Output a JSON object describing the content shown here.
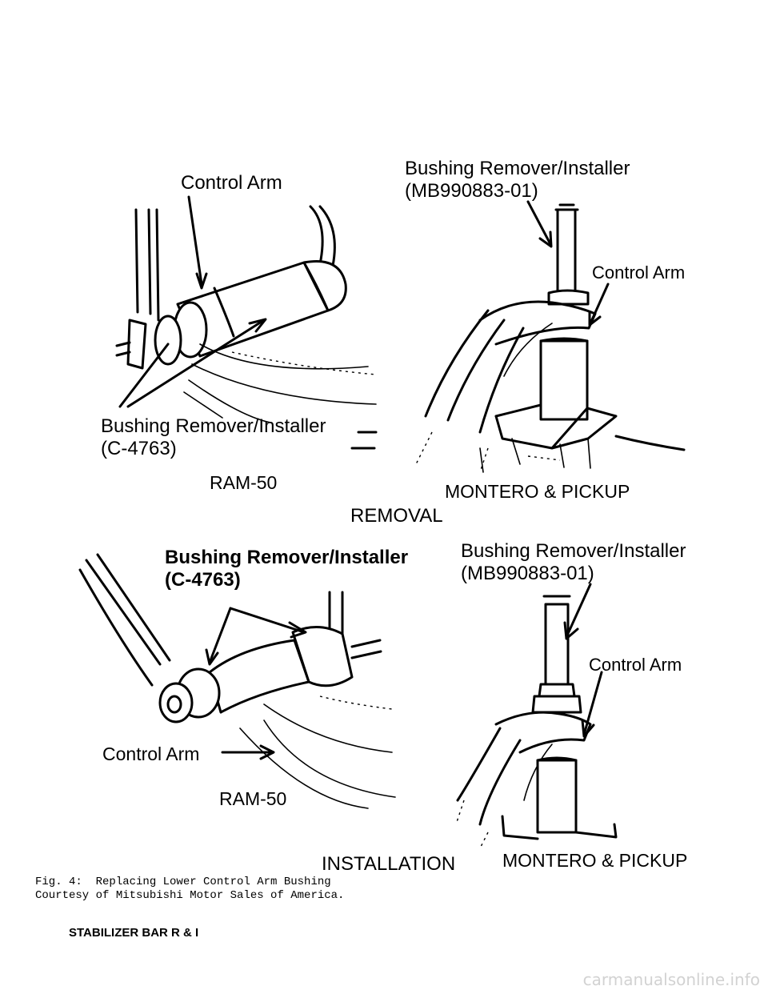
{
  "figure": {
    "removal": {
      "section_title": "REMOVAL",
      "ram50": {
        "variant": "RAM-50",
        "control_arm": "Control Arm",
        "tool_line1": "Bushing Remover/Installer",
        "tool_line2": "(C-4763)"
      },
      "montero": {
        "variant": "MONTERO & PICKUP",
        "tool_line1": "Bushing Remover/Installer",
        "tool_line2": "(MB990883-01)",
        "control_arm": "Control Arm"
      }
    },
    "installation": {
      "section_title": "INSTALLATION",
      "ram50": {
        "variant": "RAM-50",
        "tool_line1": "Bushing Remover/Installer",
        "tool_line2": "(C-4763)",
        "control_arm": "Control Arm"
      },
      "montero": {
        "variant": "MONTERO & PICKUP",
        "tool_line1": "Bushing Remover/Installer",
        "tool_line2": "(MB990883-01)",
        "control_arm": "Control Arm"
      }
    }
  },
  "caption": {
    "line1": "Fig. 4:  Replacing Lower Control Arm Bushing",
    "line2": "Courtesy of Mitsubishi Motor Sales of America."
  },
  "section_heading": "STABILIZER BAR R & I",
  "watermark": "carmanualsonline.info"
}
